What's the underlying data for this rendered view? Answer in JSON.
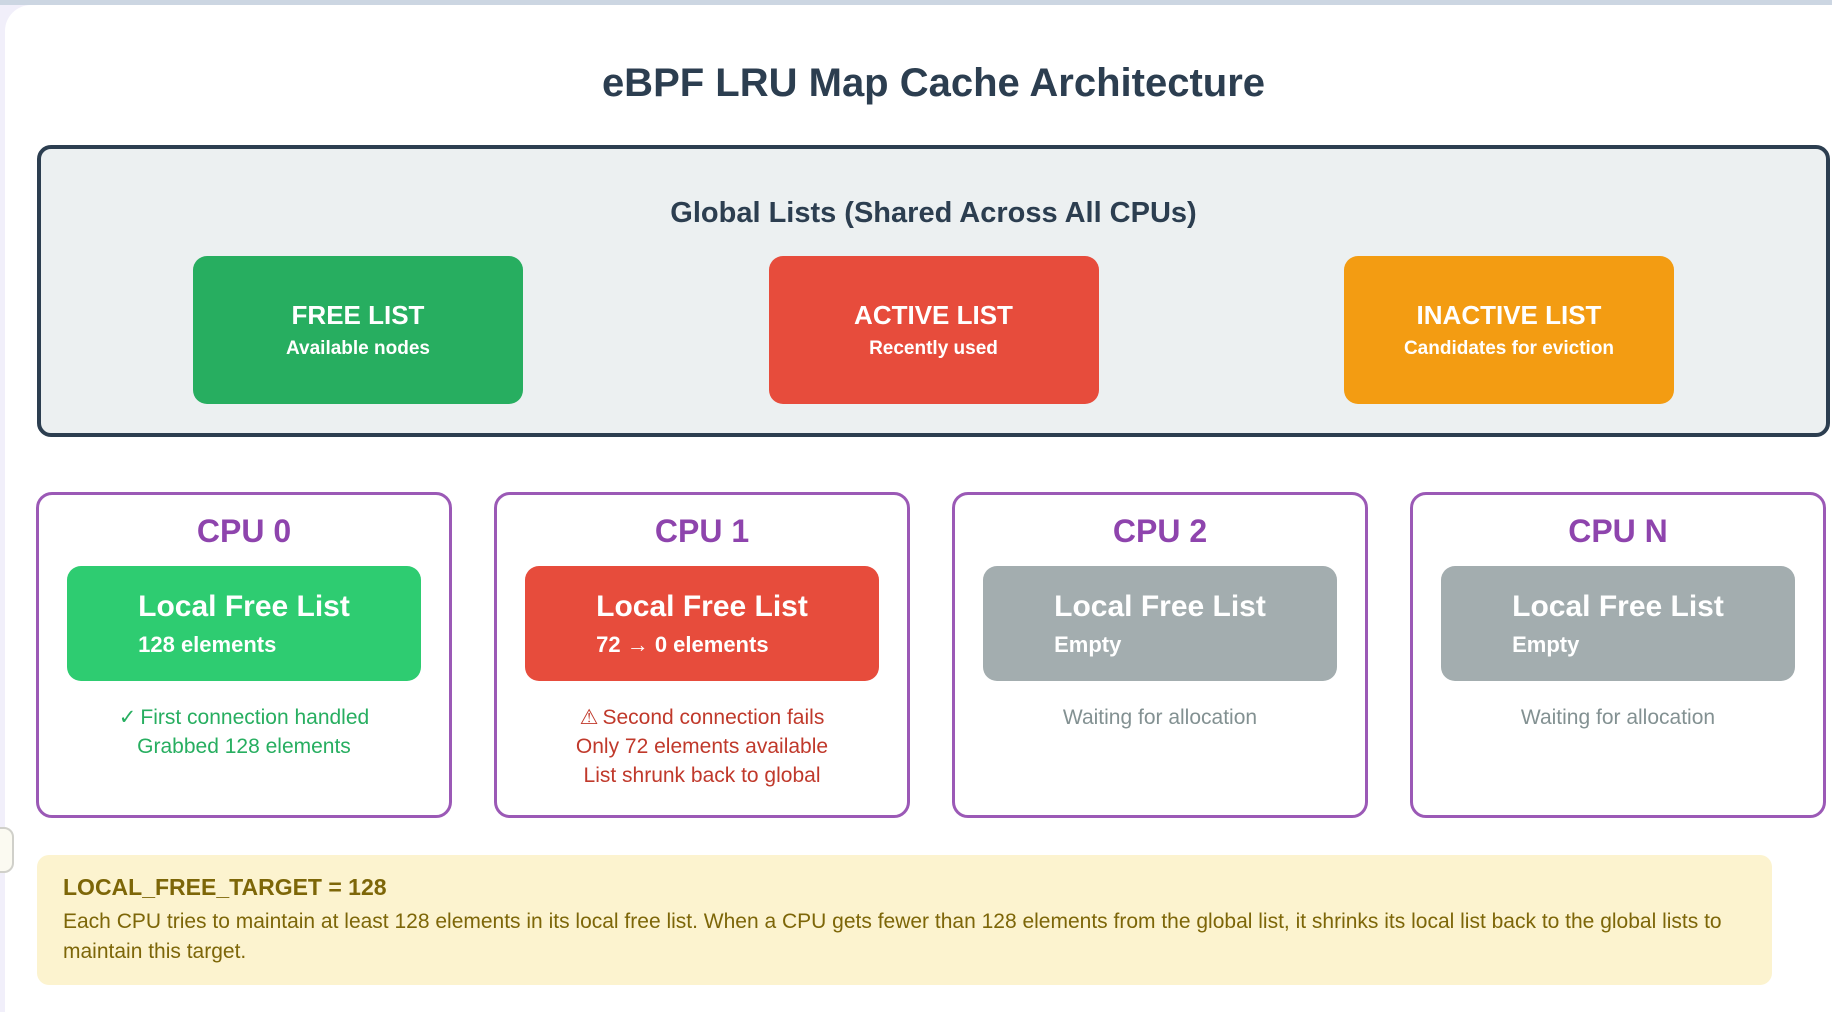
{
  "page": {
    "title": "eBPF LRU Map Cache Architecture"
  },
  "colors": {
    "heading_text": "#2c3e50",
    "panel_background": "#ecf0f1",
    "panel_border": "#2c3e50",
    "cpu_border": "#9b59b6",
    "cpu_title_text": "#8e44ad",
    "note_background": "#fcf3cf",
    "note_text": "#7d6608"
  },
  "global_section": {
    "heading": "Global Lists (Shared Across All CPUs)",
    "lists": [
      {
        "name": "FREE LIST",
        "description": "Available nodes",
        "color": "#27ae60"
      },
      {
        "name": "ACTIVE LIST",
        "description": "Recently used",
        "color": "#e74c3c"
      },
      {
        "name": "INACTIVE LIST",
        "description": "Candidates for eviction",
        "color": "#f39c12"
      }
    ]
  },
  "cpus": [
    {
      "title": "CPU 0",
      "box": {
        "title": "Local Free List",
        "subtitle": "128 elements",
        "color": "#2ecc71"
      },
      "status": {
        "icon": "✓",
        "lines": [
          "First connection handled",
          "Grabbed 128 elements"
        ],
        "color": "#27ae60"
      }
    },
    {
      "title": "CPU 1",
      "box": {
        "title": "Local Free List",
        "subtitle": "72 → 0 elements",
        "color": "#e74c3c"
      },
      "status": {
        "icon": "⚠",
        "lines": [
          "Second connection fails",
          "Only 72 elements available",
          "List shrunk back to global"
        ],
        "color": "#c0392b"
      }
    },
    {
      "title": "CPU 2",
      "box": {
        "title": "Local Free List",
        "subtitle": "Empty",
        "color": "#a3adaf"
      },
      "status": {
        "icon": "",
        "lines": [
          "Waiting for allocation"
        ],
        "color": "#839192"
      }
    },
    {
      "title": "CPU N",
      "box": {
        "title": "Local Free List",
        "subtitle": "Empty",
        "color": "#a3adaf"
      },
      "status": {
        "icon": "",
        "lines": [
          "Waiting for allocation"
        ],
        "color": "#839192"
      }
    }
  ],
  "note": {
    "title": "LOCAL_FREE_TARGET = 128",
    "body": "Each CPU tries to maintain at least 128 elements in its local free list. When a CPU gets fewer than 128 elements from the global list, it shrinks its local list back to the global lists to maintain this target."
  }
}
